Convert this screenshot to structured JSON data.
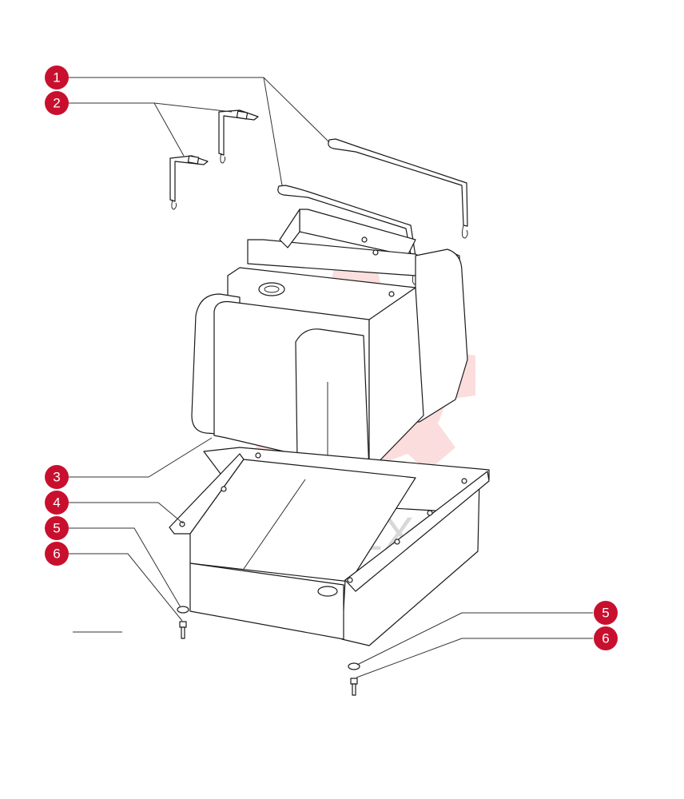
{
  "watermark": {
    "text": "ИНТЕХ",
    "color": "#f4a0a0"
  },
  "accent_color": "#c8102e",
  "callouts": [
    "1",
    "2",
    "3",
    "4",
    "5",
    "6",
    "5",
    "6"
  ]
}
